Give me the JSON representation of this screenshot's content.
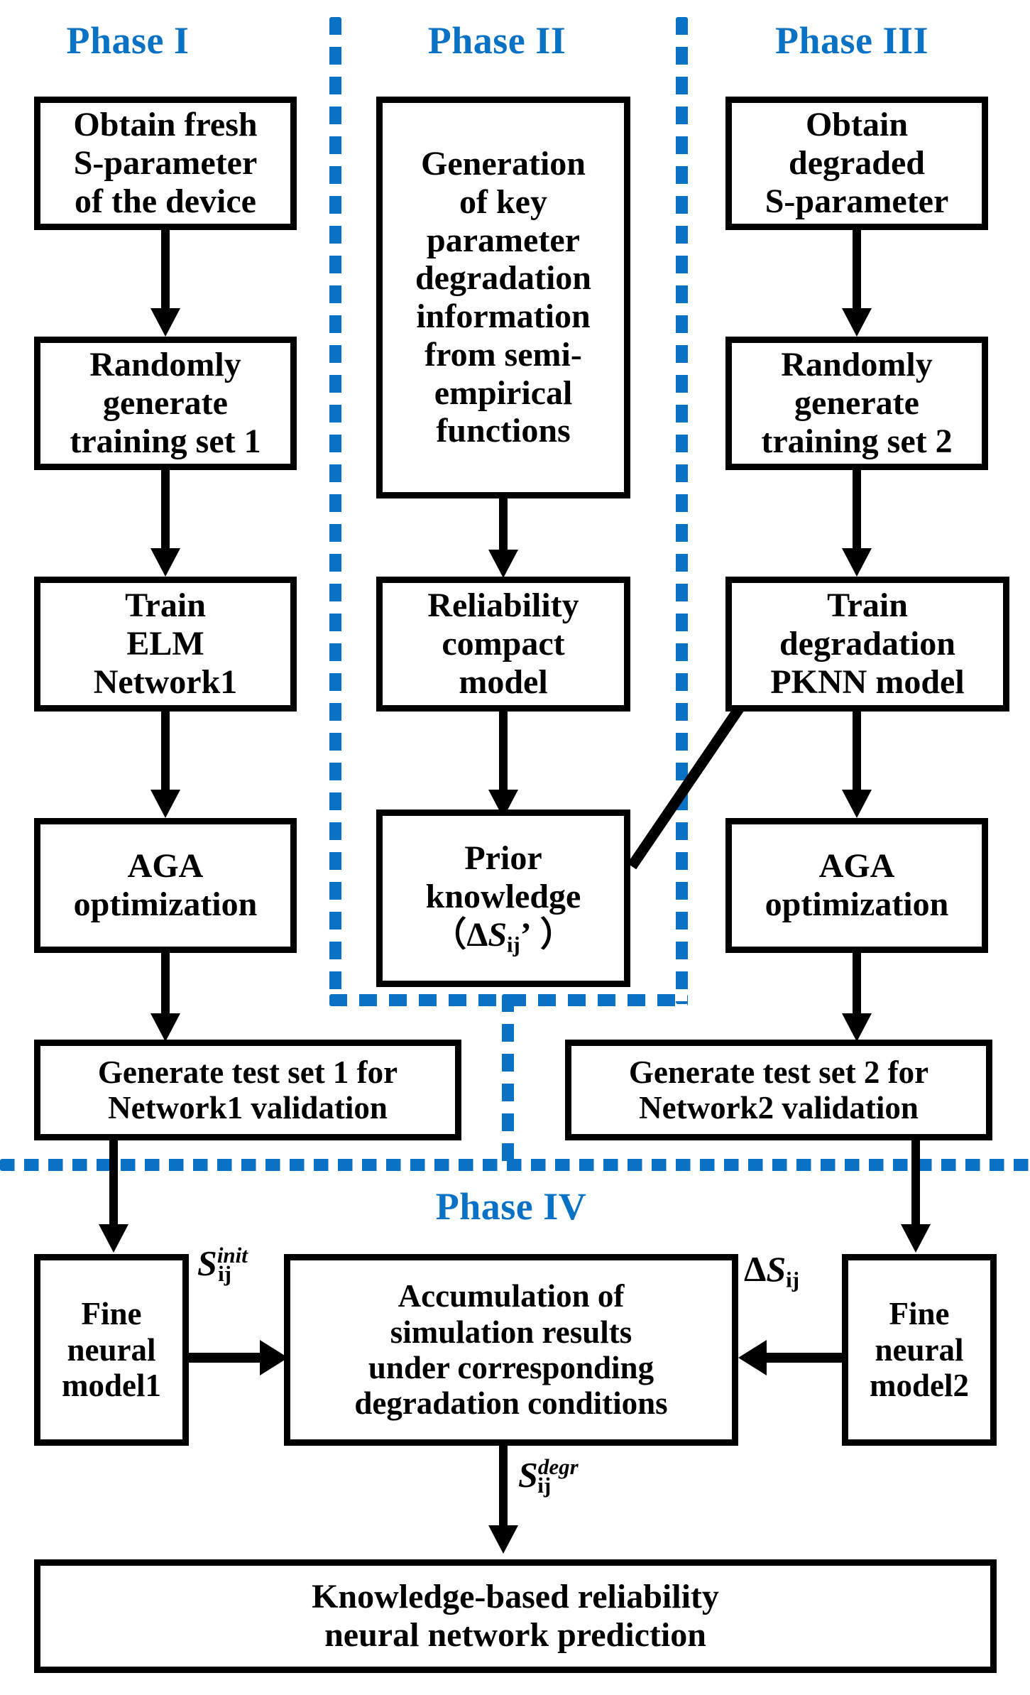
{
  "diagram": {
    "title": "Knowledge-based reliability neural network modeling flowchart",
    "accent_color": "#0a72c4",
    "box_border_color": "#000000",
    "background": "#ffffff"
  },
  "phases": [
    {
      "id": "phase-1",
      "label": "Phase I"
    },
    {
      "id": "phase-2",
      "label": "Phase II"
    },
    {
      "id": "phase-3",
      "label": "Phase III"
    },
    {
      "id": "phase-4",
      "label": "Phase IV"
    }
  ],
  "columns": {
    "phase1": {
      "boxes": [
        {
          "id": "obtain-fresh-s-parameter",
          "lines": [
            "Obtain fresh",
            "S-parameter",
            "of the device"
          ]
        },
        {
          "id": "randomly-generate-training-set-1",
          "lines": [
            "Randomly",
            "generate",
            "training set 1"
          ]
        },
        {
          "id": "train-elm-network1",
          "lines": [
            "Train",
            "ELM",
            "Network1"
          ]
        },
        {
          "id": "aga-optimization-1",
          "lines": [
            "AGA",
            "optimization"
          ]
        },
        {
          "id": "generate-test-set-1",
          "lines": [
            "Generate test set 1 for",
            "Network1 validation"
          ]
        }
      ]
    },
    "phase2": {
      "boxes": [
        {
          "id": "generation-of-key-parameter",
          "lines": [
            "Generation",
            "of key",
            "parameter",
            "degradation",
            "information",
            "from semi-",
            "empirical",
            "functions"
          ]
        },
        {
          "id": "reliability-compact-model",
          "lines": [
            "Reliability",
            "compact",
            "model"
          ]
        },
        {
          "id": "prior-knowledge",
          "lines": [
            "Prior",
            "knowledge"
          ],
          "math_line": "（ΔS ij’ ）"
        }
      ]
    },
    "phase3": {
      "boxes": [
        {
          "id": "obtain-degraded-s-parameter",
          "lines": [
            "Obtain",
            "degraded",
            "S-parameter"
          ]
        },
        {
          "id": "randomly-generate-training-set-2",
          "lines": [
            "Randomly",
            "generate",
            "training set 2"
          ]
        },
        {
          "id": "train-degradation-pknn-model",
          "lines": [
            "Train",
            "degradation",
            "PKNN model"
          ]
        },
        {
          "id": "aga-optimization-2",
          "lines": [
            "AGA",
            "optimization"
          ]
        },
        {
          "id": "generate-test-set-2",
          "lines": [
            "Generate test set 2 for",
            "Network2 validation"
          ]
        }
      ]
    },
    "phase4": {
      "boxes": [
        {
          "id": "fine-neural-model1",
          "lines": [
            "Fine",
            "neural",
            "model1"
          ]
        },
        {
          "id": "accumulation-of-simulation-results",
          "lines": [
            "Accumulation of",
            "simulation results",
            "under corresponding",
            "degradation conditions"
          ]
        },
        {
          "id": "fine-neural-model2",
          "lines": [
            "Fine",
            "neural",
            "model2"
          ]
        },
        {
          "id": "knowledge-based-prediction",
          "lines": [
            "Knowledge-based reliability",
            "neural network prediction"
          ]
        }
      ]
    }
  },
  "edge_labels": [
    {
      "id": "s-init-ij",
      "symbol": "S",
      "superscript": "init",
      "subscript": "ij",
      "delta": false
    },
    {
      "id": "delta-s-ij",
      "symbol": "S",
      "superscript": "",
      "subscript": "ij",
      "delta": true
    },
    {
      "id": "s-degr-ij",
      "symbol": "S",
      "superscript": "degr",
      "subscript": "ij",
      "delta": false
    }
  ],
  "text": {
    "phase1_title": "Phase I",
    "phase2_title": "Phase II",
    "phase3_title": "Phase III",
    "phase4_title": "Phase IV",
    "b1_1": "Obtain fresh",
    "b1_2": "S-parameter",
    "b1_3": "of the device",
    "b2_1": "Randomly",
    "b2_2": "generate",
    "b2_3": "training set 1",
    "b3_1": "Train",
    "b3_2": "ELM",
    "b3_3": "Network1",
    "b4_1": "AGA",
    "b4_2": "optimization",
    "b5_1": "Generate test set 1 for",
    "b5_2": "Network1 validation",
    "c1_1": "Generation",
    "c1_2": "of key",
    "c1_3": "parameter",
    "c1_4": "degradation",
    "c1_5": "information",
    "c1_6": "from semi-",
    "c1_7": "empirical",
    "c1_8": "functions",
    "c2_1": "Reliability",
    "c2_2": "compact",
    "c2_3": "model",
    "c3_1": "Prior",
    "c3_2": "knowledge",
    "d1_1": "Obtain",
    "d1_2": "degraded",
    "d1_3": "S-parameter",
    "d2_1": "Randomly",
    "d2_2": "generate",
    "d2_3": "training set 2",
    "d3_1": "Train",
    "d3_2": "degradation",
    "d3_3": "PKNN model",
    "d4_1": "AGA",
    "d4_2": "optimization",
    "d5_1": "Generate test set 2 for",
    "d5_2": "Network2 validation",
    "e1_1": "Fine",
    "e1_2": "neural",
    "e1_3": "model1",
    "e2_1": "Accumulation of",
    "e2_2": "simulation results",
    "e2_3": "under corresponding",
    "e2_4": "degradation conditions",
    "e3_1": "Fine",
    "e3_2": "neural",
    "e3_3": "model2",
    "e4_1": "Knowledge-based reliability",
    "e4_2": "neural network prediction"
  }
}
